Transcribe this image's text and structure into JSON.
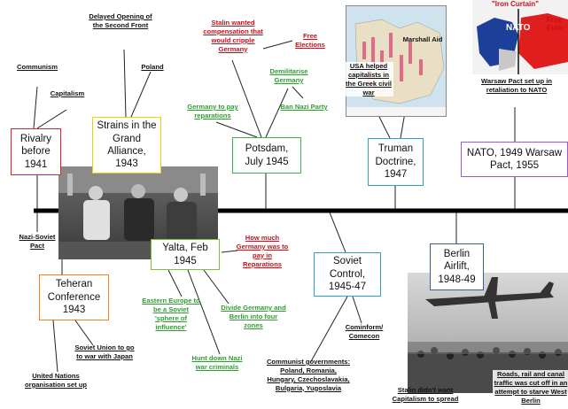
{
  "timeline": {
    "nodes": [
      {
        "id": "rivalry",
        "label": "Rivalry before 1941",
        "color": "#d9232a"
      },
      {
        "id": "strains",
        "label": "Strains in the Grand Alliance, 1943",
        "color": "#e8d400"
      },
      {
        "id": "potsdam",
        "label": "Potsdam, July 1945",
        "color": "#3bb34a"
      },
      {
        "id": "truman",
        "label": "Truman Doctrine, 1947",
        "color": "#2ba3d6"
      },
      {
        "id": "nato",
        "label": "NATO, 1949 Warsaw Pact, 1955",
        "color": "#9b59c9"
      },
      {
        "id": "teheran",
        "label": "Teheran Conference 1943",
        "color": "#f08020"
      },
      {
        "id": "yalta",
        "label": "Yalta, Feb 1945",
        "color": "#7ac043"
      },
      {
        "id": "soviet",
        "label": "Soviet Control, 1945-47",
        "color": "#2ba3d6"
      },
      {
        "id": "berlin",
        "label": "Berlin Airlift, 1948-49",
        "color": "#3a5fa0"
      }
    ],
    "notes": {
      "communism": "Communism",
      "capitalism": "Capitalism",
      "nazi_soviet": "Nazi-Soviet Pact",
      "delayed": "Delayed Opening of the Second Front",
      "poland": "Poland",
      "stalin_comp": "Stalin wanted compensation that would cripple Germany",
      "free_elections": "Free Elections",
      "demilitarise": "Demilitarise Germany",
      "ban_nazi": "Ban Nazi Party",
      "germany_pay": "Germany to pay reparations",
      "marshall": "Marshall Aid",
      "usa_helped": "USA helped capitalists in the Greek civil war",
      "warsaw_setup": "Warsaw Pact set up in retaliation to NATO",
      "how_much": "How much Germany was to pay in Reparations",
      "eastern_europe": "Eastern Europe to be a Soviet 'sphere of influence'",
      "divide": "Divide Germany and Berlin into four zones",
      "hunt": "Hunt down Nazi war criminals",
      "soviet_union": "Soviet Union to go to war with Japan",
      "un": "United Nations organisation set up",
      "cominform": "Cominform/ Comecon",
      "communist_govts": "Communist governments: Poland, Romania, Hungary, Czechoslavakia, Bulgaria, Yugoslavia",
      "stalin_didnt": "Stalin didn't want Capitalism to spread",
      "roads": "Roads, rail and canal traffic was cut off in an attempt to starve West Berlin"
    },
    "map_labels": {
      "iron_curtain": "\"Iron Curtain\"",
      "nato": "NATO",
      "free_euro": "Free Euro"
    }
  }
}
